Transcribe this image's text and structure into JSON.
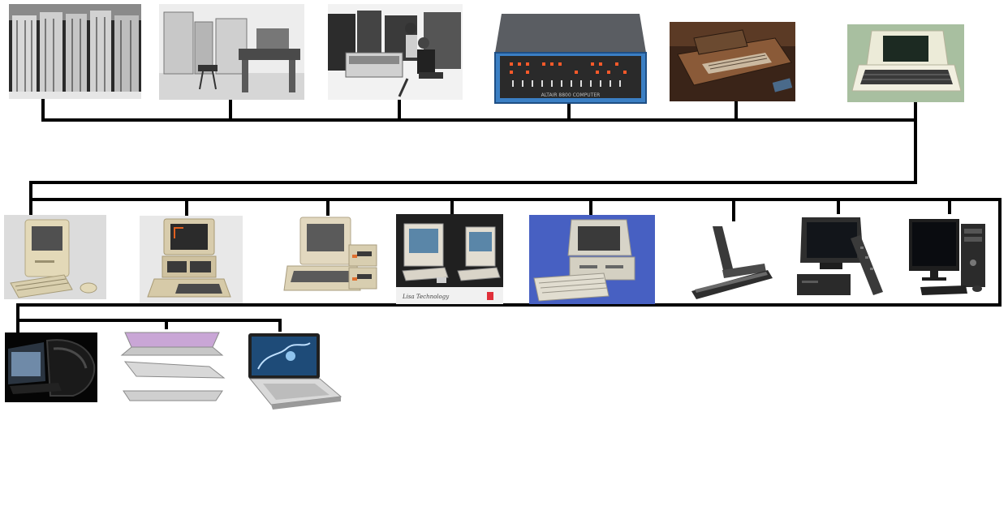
{
  "diagram": {
    "line_color": "#000000",
    "rows": [
      {
        "items": [
          {
            "icon": "eniac-mainframe-photo-icon",
            "tone": "bw"
          },
          {
            "icon": "mainframe-console-photo-icon",
            "tone": "bw"
          },
          {
            "icon": "operators-at-mainframe-photo-icon",
            "tone": "bw"
          },
          {
            "icon": "altair-8800-photo-icon",
            "tone": "color",
            "text": "ALTAIR 8800 COMPUTER"
          },
          {
            "icon": "apple-1-wooden-case-photo-icon",
            "tone": "color"
          },
          {
            "icon": "commodore-pet-photo-icon",
            "tone": "color"
          }
        ]
      },
      {
        "items": [
          {
            "icon": "macintosh-128k-photo-icon",
            "tone": "color"
          },
          {
            "icon": "apple-ii-photo-icon",
            "tone": "color"
          },
          {
            "icon": "apple-ii-disk-drives-photo-icon",
            "tone": "color"
          },
          {
            "icon": "apple-lisa-macintosh-ad-icon",
            "tone": "color",
            "text": "Lisa Technology"
          },
          {
            "icon": "ibm-pc-crt-photo-icon",
            "tone": "color"
          },
          {
            "icon": "folding-arm-device-photo-icon",
            "tone": "color"
          },
          {
            "icon": "crt-desktop-with-remote-photo-icon",
            "tone": "color"
          },
          {
            "icon": "lcd-desktop-tower-photo-icon",
            "tone": "color"
          }
        ]
      },
      {
        "items": [
          {
            "icon": "gaming-pc-photo-icon",
            "tone": "color"
          },
          {
            "icon": "macbook-air-photo-icon",
            "tone": "color"
          },
          {
            "icon": "convertible-tablet-laptop-photo-icon",
            "tone": "color"
          }
        ]
      }
    ]
  }
}
